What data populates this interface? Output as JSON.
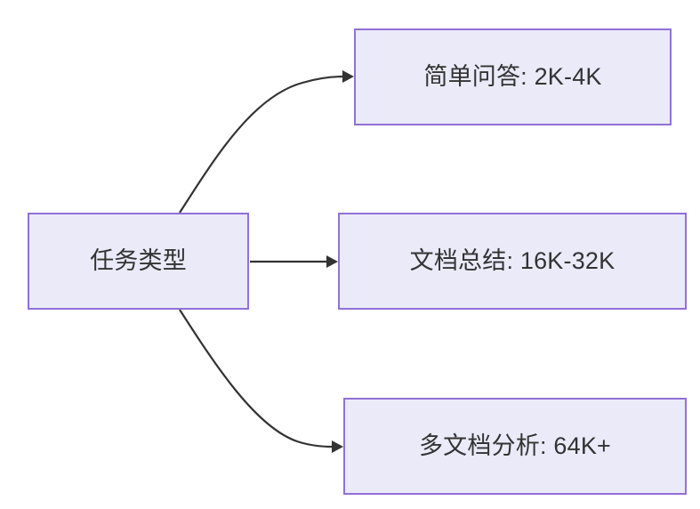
{
  "diagram": {
    "title": "任务类型",
    "direction": "left-to-right",
    "background_color": "#ffffff",
    "node_fill_color": "#ebeaf9",
    "node_border_color": "#9170d8",
    "node_text_color": "#333333",
    "edge_color": "#333333",
    "nodes": [
      {
        "id": "root",
        "label": "任务类型",
        "role": "source"
      },
      {
        "id": "simple-qa",
        "label": "简单问答: 2K-4K",
        "role": "target"
      },
      {
        "id": "doc-summary",
        "label": "文档总结: 16K-32K",
        "role": "target"
      },
      {
        "id": "multi-doc",
        "label": "多文档分析: 64K+",
        "role": "target"
      }
    ],
    "edges": [
      {
        "id": "edge-root-simple-qa",
        "from": "root",
        "to": "simple-qa",
        "style": "curved",
        "arrow": "filled-triangle"
      },
      {
        "id": "edge-root-doc-summary",
        "from": "root",
        "to": "doc-summary",
        "style": "straight",
        "arrow": "filled-triangle"
      },
      {
        "id": "edge-root-multi-doc",
        "from": "root",
        "to": "multi-doc",
        "style": "curved",
        "arrow": "filled-triangle"
      }
    ]
  }
}
